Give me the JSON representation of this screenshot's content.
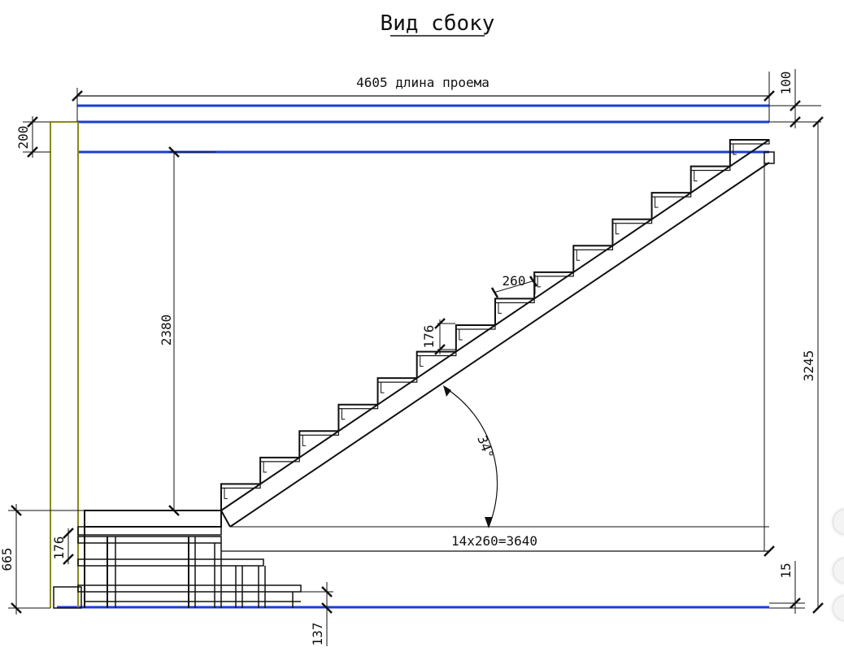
{
  "title": "Вид сбоку",
  "dimensions": {
    "opening_length": "4605 длина проема",
    "top_slab": "100",
    "ceiling_thickness": "200",
    "headroom": "2380",
    "tread": "260",
    "riser_upper": "176",
    "angle": "34°",
    "run_total": "14x260=3640",
    "total_height": "3245",
    "lower_height": "665",
    "riser_lower": "176",
    "floor_offset": "15",
    "bottom_step": "137"
  },
  "colors": {
    "line": "#111111",
    "blue": "#1a3fd1",
    "olive": "#8a8a1a"
  }
}
